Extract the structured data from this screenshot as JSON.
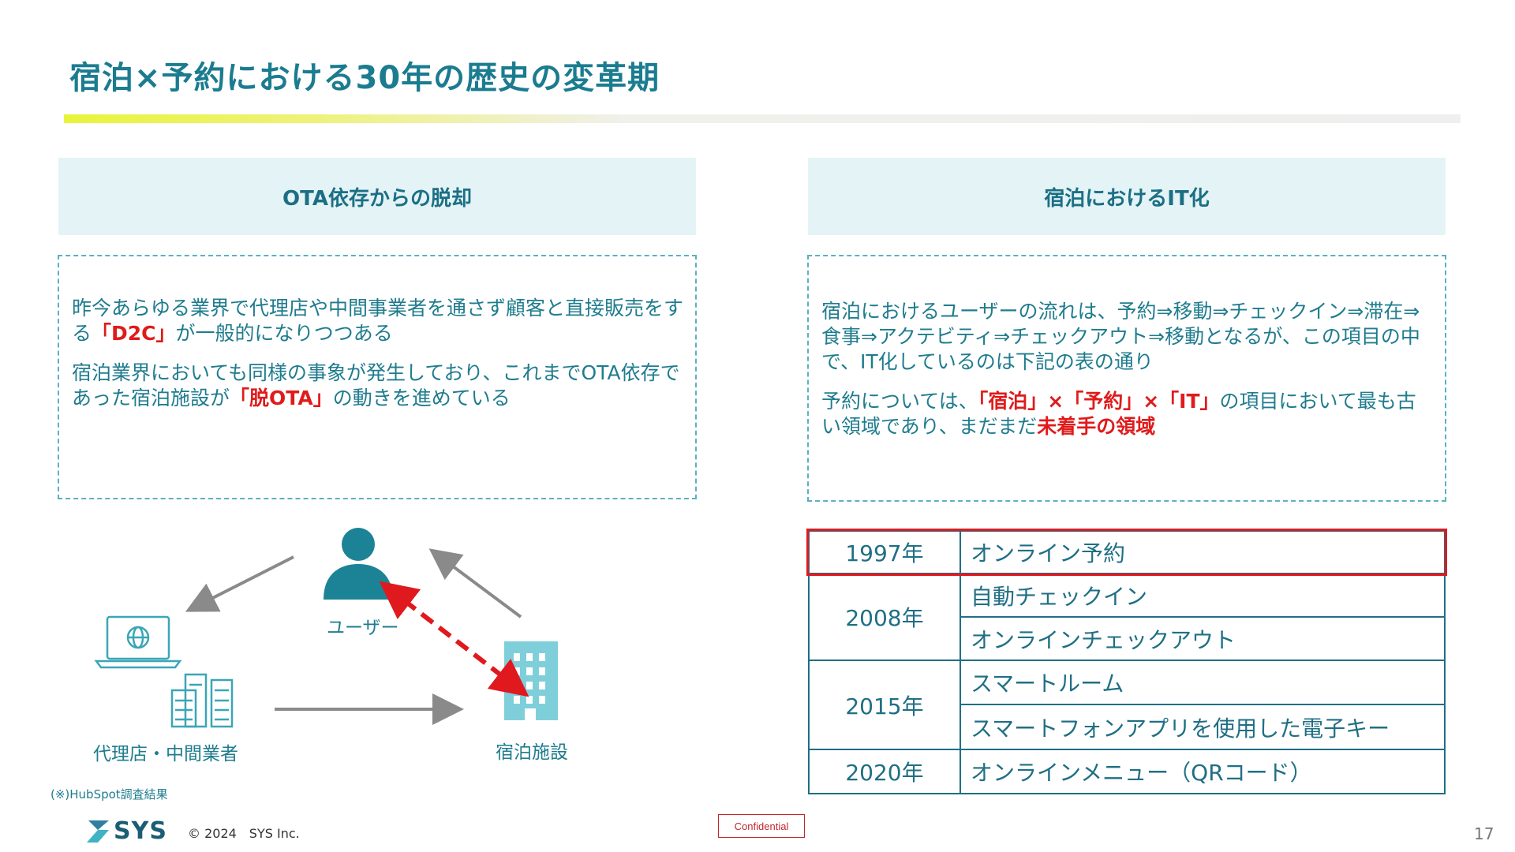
{
  "title": "宿泊×予約における30年の歴史の変革期",
  "left_panel": {
    "heading": "OTA依存からの脱却",
    "p1_a": "昨今あらゆる業界で代理店や中間事業者を通さず顧客と直接販売をする",
    "p1_hl": "「D2C」",
    "p1_b": "が一般的になりつつある",
    "p2_a": "宿泊業界においても同様の事象が発生しており、これまでOTA依存であった宿泊施設が",
    "p2_hl": "「脱OTA」",
    "p2_b": "の動きを進めている"
  },
  "right_panel": {
    "heading": "宿泊におけるIT化",
    "p1": "宿泊におけるユーザーの流れは、予約⇒移動⇒チェックイン⇒滞在⇒食事⇒アクテビティ⇒チェックアウト⇒移動となるが、この項目の中で、IT化しているのは下記の表の通り",
    "p2_a": "予約については、",
    "p2_hl": "「宿泊」×「予約」×「IT」",
    "p2_b": "の項目において最も古い領域であり、まだまだ",
    "p2_hl2": "未着手の領域"
  },
  "diagram": {
    "user_label": "ユーザー",
    "agency_label": "代理店・中間業者",
    "facility_label": "宿泊施設"
  },
  "table": [
    {
      "year": "1997年",
      "items": [
        "オンライン予約"
      ],
      "highlight": true
    },
    {
      "year": "2008年",
      "items": [
        "自動チェックイン",
        "オンラインチェックアウト"
      ]
    },
    {
      "year": "2015年",
      "items": [
        "スマートルーム",
        "スマートフォンアプリを使用した電子キー"
      ]
    },
    {
      "year": "2020年",
      "items": [
        "オンラインメニュー（QRコード）"
      ]
    }
  ],
  "footer": {
    "note": "(※)HubSpot調査結果",
    "logo": "SYS",
    "copyright": "©  2024　SYS Inc.",
    "confidential": "Confidential",
    "page": "17"
  },
  "colors": {
    "teal": "#1b7c90",
    "highlight_red": "#e01b1b",
    "panel_bg": "#e4f3f6"
  }
}
